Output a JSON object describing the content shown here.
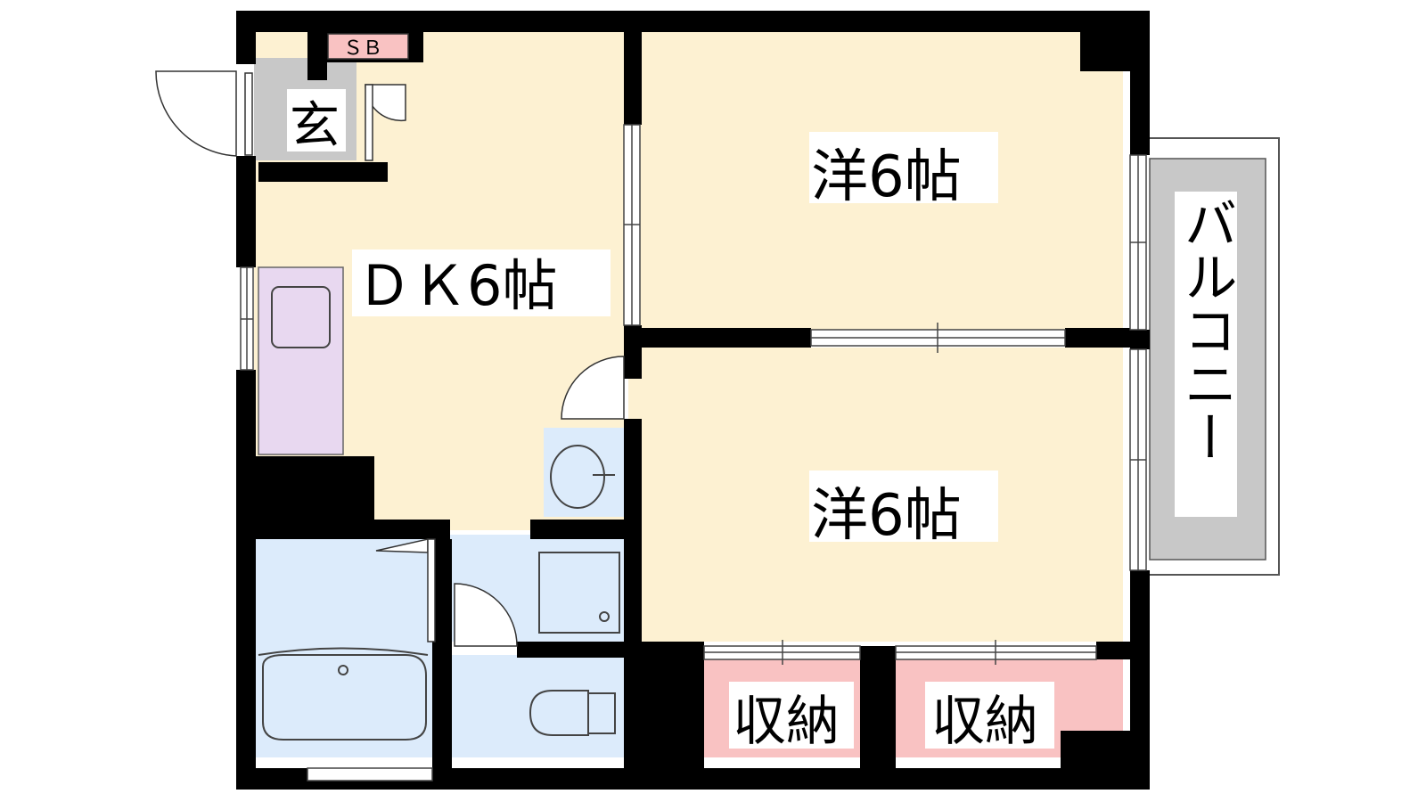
{
  "rooms": {
    "dk": "ＤＫ6帖",
    "western_top": "洋6帖",
    "western_bottom": "洋6帖",
    "entrance": "玄",
    "shoe_box": "ＳＢ",
    "balcony": "バルコニー",
    "storage_left": "収納",
    "storage_right": "収納"
  },
  "colors": {
    "room_floor": "#fdf1d2",
    "wet_area": "#dcebfb",
    "kitchen": "#e8d8f0",
    "storage": "#f9c2c2",
    "balcony": "#c8c8c8",
    "entrance": "#c8c8c8",
    "wall": "#000000"
  }
}
